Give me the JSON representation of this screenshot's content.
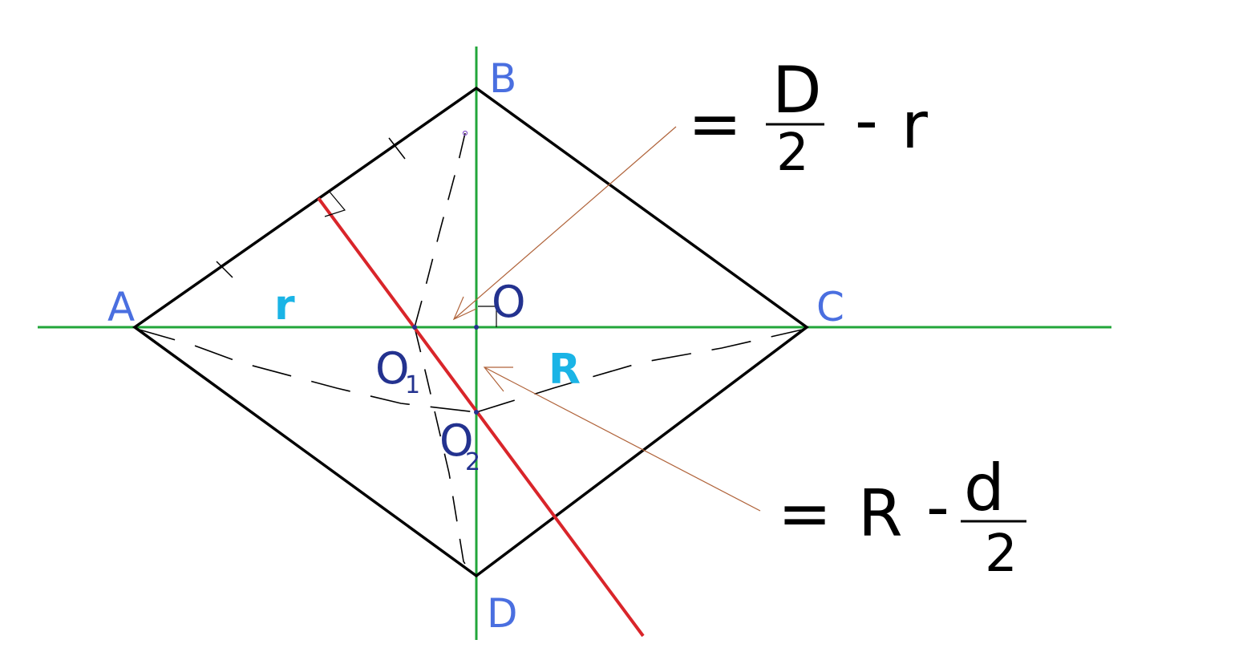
{
  "colors": {
    "background": "#ffffff",
    "rhombus": "#000000",
    "axes": "#22a63a",
    "perpendicular": "#d9252a",
    "vertex_labels": "#4a6fe0",
    "center_labels": "#23328f",
    "segment_labels": "#1ab4e6",
    "arrows": "#b0633a",
    "formulas": "#000000"
  },
  "vertices": {
    "a": "A",
    "b": "B",
    "c": "C",
    "d": "D"
  },
  "centers": {
    "o": "O",
    "o1_main": "O",
    "o1_sub": "1",
    "o2_main": "O",
    "o2_sub": "2"
  },
  "segments": {
    "small_r": "r",
    "big_r": "R"
  },
  "formula_top": {
    "equals": "=",
    "numerator": "D",
    "denominator": "2",
    "minus": "-",
    "tail": "r"
  },
  "formula_bottom": {
    "equals": "=",
    "lead": "R",
    "minus": "-",
    "numerator": "d",
    "denominator": "2"
  }
}
